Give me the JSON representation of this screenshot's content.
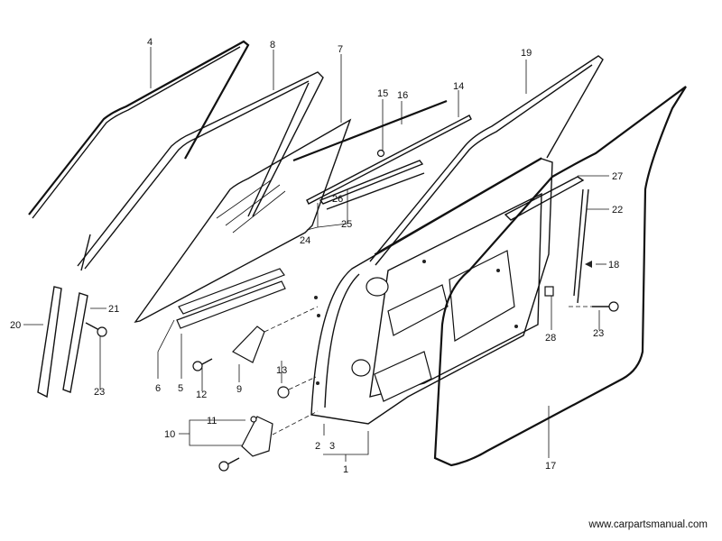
{
  "diagram": {
    "title": "Front Door Panel & Fitting exploded view",
    "watermark": "www.carpartsmanual.com",
    "callouts": [
      {
        "id": "c1",
        "label": "1"
      },
      {
        "id": "c2",
        "label": "2"
      },
      {
        "id": "c3",
        "label": "3"
      },
      {
        "id": "c4",
        "label": "4"
      },
      {
        "id": "c5",
        "label": "5"
      },
      {
        "id": "c6",
        "label": "6"
      },
      {
        "id": "c7",
        "label": "7"
      },
      {
        "id": "c8",
        "label": "8"
      },
      {
        "id": "c9",
        "label": "9"
      },
      {
        "id": "c10",
        "label": "10"
      },
      {
        "id": "c11",
        "label": "11"
      },
      {
        "id": "c12",
        "label": "12"
      },
      {
        "id": "c13",
        "label": "13"
      },
      {
        "id": "c14",
        "label": "14"
      },
      {
        "id": "c15",
        "label": "15"
      },
      {
        "id": "c16",
        "label": "16"
      },
      {
        "id": "c17",
        "label": "17"
      },
      {
        "id": "c18",
        "label": "18"
      },
      {
        "id": "c19",
        "label": "19"
      },
      {
        "id": "c20",
        "label": "20"
      },
      {
        "id": "c21",
        "label": "21"
      },
      {
        "id": "c22",
        "label": "22"
      },
      {
        "id": "c23a",
        "label": "23"
      },
      {
        "id": "c23b",
        "label": "23"
      },
      {
        "id": "c24",
        "label": "24"
      },
      {
        "id": "c25",
        "label": "25"
      },
      {
        "id": "c26",
        "label": "26"
      },
      {
        "id": "c27",
        "label": "27"
      },
      {
        "id": "c28",
        "label": "28"
      }
    ]
  }
}
